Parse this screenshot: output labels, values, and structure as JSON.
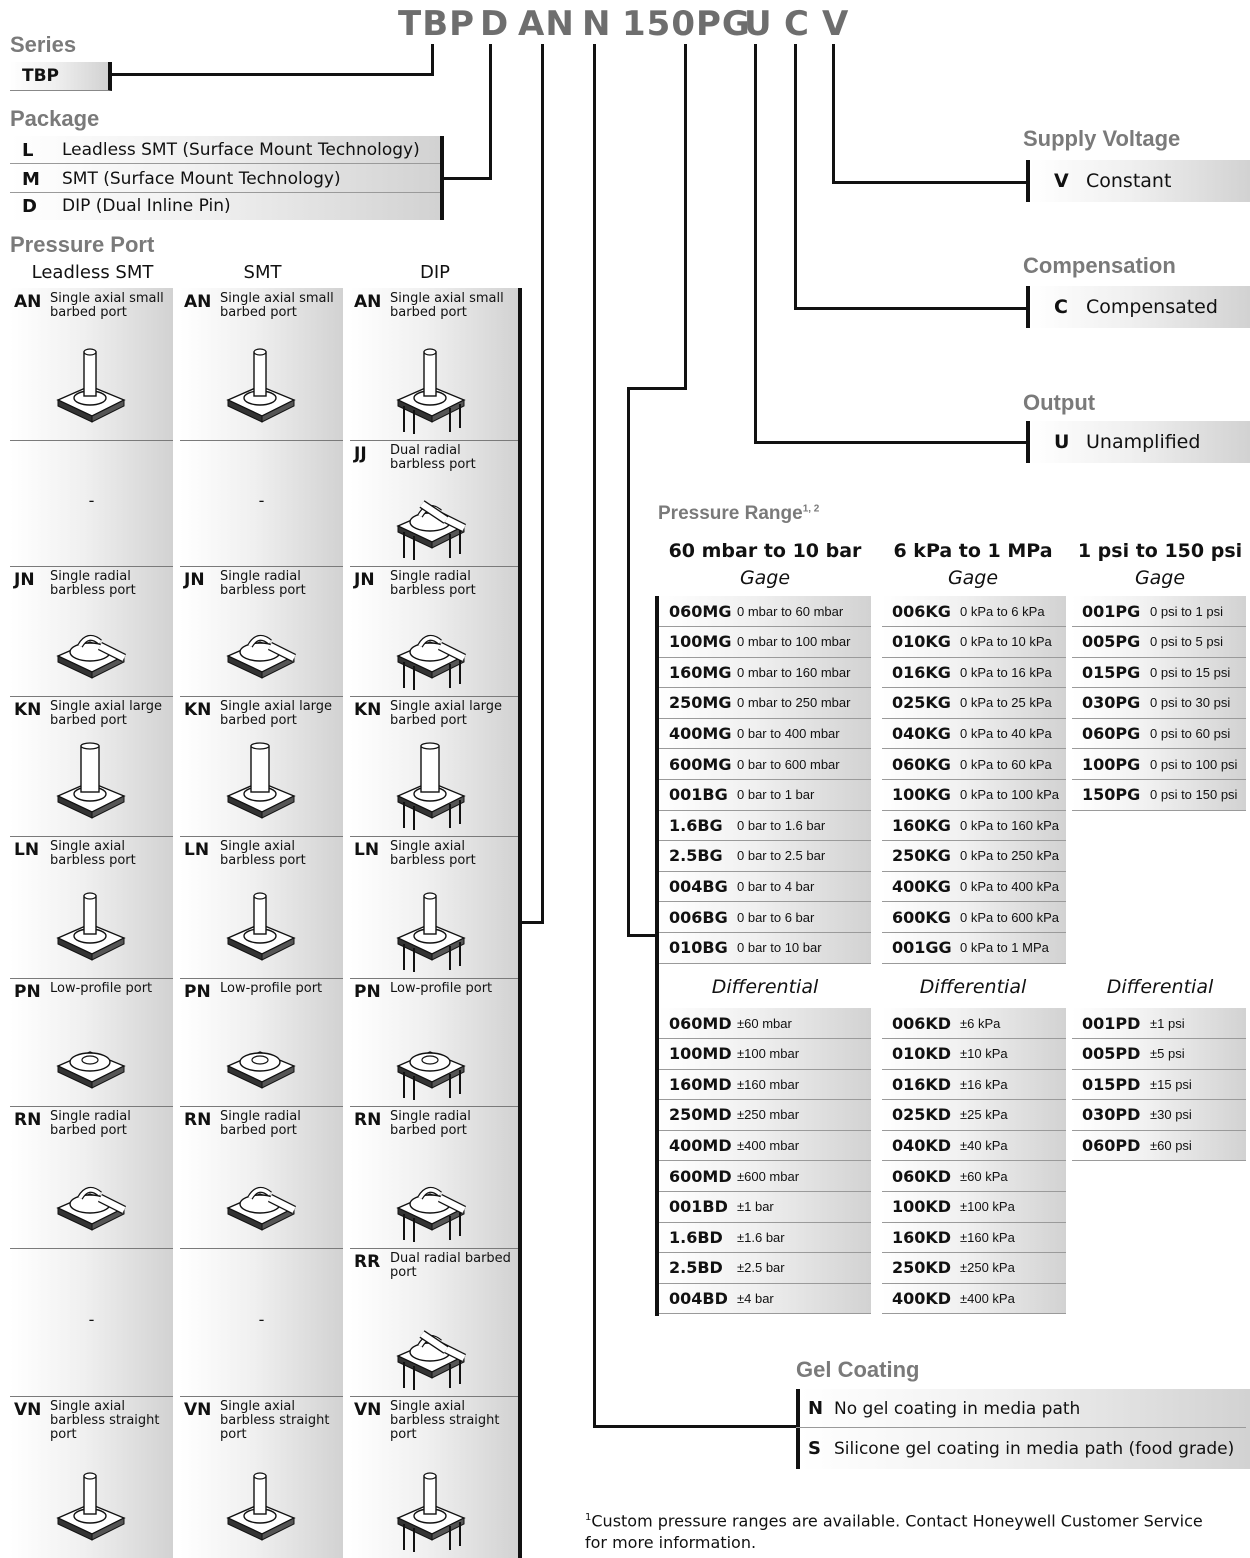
{
  "header": {
    "codes": [
      "TBP",
      "D",
      "AN",
      "N",
      "150PG",
      "U",
      "C",
      "V"
    ]
  },
  "series": {
    "title": "Series",
    "value": "TBP"
  },
  "package": {
    "title": "Package",
    "items": [
      {
        "code": "L",
        "label": "Leadless SMT (Surface Mount Technology)"
      },
      {
        "code": "M",
        "label": "SMT (Surface Mount Technology)"
      },
      {
        "code": "D",
        "label": "DIP (Dual Inline Pin)"
      }
    ]
  },
  "pressure_port": {
    "title": "Pressure Port",
    "columns": [
      "Leadless SMT",
      "SMT",
      "DIP"
    ],
    "rows": [
      {
        "leadless": {
          "code": "AN",
          "desc": "Single axial small barbed port"
        },
        "smt": {
          "code": "AN",
          "desc": "Single axial small barbed port"
        },
        "dip": {
          "code": "AN",
          "desc": "Single axial small barbed port"
        }
      },
      {
        "leadless": {
          "dash": "-"
        },
        "smt": {
          "dash": "-"
        },
        "dip": {
          "code": "JJ",
          "desc": "Dual radial barbless port"
        }
      },
      {
        "leadless": {
          "code": "JN",
          "desc": "Single radial barbless port"
        },
        "smt": {
          "code": "JN",
          "desc": "Single radial barbless port"
        },
        "dip": {
          "code": "JN",
          "desc": "Single radial barbless port"
        }
      },
      {
        "leadless": {
          "code": "KN",
          "desc": "Single axial large barbed port"
        },
        "smt": {
          "code": "KN",
          "desc": "Single axial large barbed port"
        },
        "dip": {
          "code": "KN",
          "desc": "Single axial large barbed port"
        }
      },
      {
        "leadless": {
          "code": "LN",
          "desc": "Single axial barbless port"
        },
        "smt": {
          "code": "LN",
          "desc": "Single axial barbless port"
        },
        "dip": {
          "code": "LN",
          "desc": "Single axial barbless port"
        }
      },
      {
        "leadless": {
          "code": "PN",
          "desc": "Low-profile port"
        },
        "smt": {
          "code": "PN",
          "desc": "Low-profile port"
        },
        "dip": {
          "code": "PN",
          "desc": "Low-profile port"
        }
      },
      {
        "leadless": {
          "code": "RN",
          "desc": "Single radial barbed port"
        },
        "smt": {
          "code": "RN",
          "desc": "Single radial barbed port"
        },
        "dip": {
          "code": "RN",
          "desc": "Single radial barbed port"
        }
      },
      {
        "leadless": {
          "dash": "-"
        },
        "smt": {
          "dash": "-"
        },
        "dip": {
          "code": "RR",
          "desc": "Dual radial barbed port"
        }
      },
      {
        "leadless": {
          "code": "VN",
          "desc": "Single axial barbless straight port"
        },
        "smt": {
          "code": "VN",
          "desc": "Single axial barbless straight port"
        },
        "dip": {
          "code": "VN",
          "desc": "Single axial barbless straight port"
        }
      }
    ]
  },
  "supply_voltage": {
    "title": "Supply Voltage",
    "code": "V",
    "label": "Constant"
  },
  "compensation": {
    "title": "Compensation",
    "code": "C",
    "label": "Compensated"
  },
  "output": {
    "title": "Output",
    "code": "U",
    "label": "Unamplified"
  },
  "pressure_range": {
    "title": "Pressure Range",
    "title_sup": "1, 2",
    "groups": [
      {
        "header": "60 mbar to 10 bar",
        "gage_label": "Gage",
        "gage": [
          {
            "code": "060MG",
            "range": "0 mbar to 60 mbar"
          },
          {
            "code": "100MG",
            "range": "0 mbar to 100 mbar"
          },
          {
            "code": "160MG",
            "range": "0 mbar to 160 mbar"
          },
          {
            "code": "250MG",
            "range": "0 mbar to 250 mbar"
          },
          {
            "code": "400MG",
            "range": "0 bar to 400 mbar"
          },
          {
            "code": "600MG",
            "range": "0 bar to 600 mbar"
          },
          {
            "code": "001BG",
            "range": "0 bar to 1 bar"
          },
          {
            "code": "1.6BG",
            "range": "0 bar to 1.6 bar"
          },
          {
            "code": "2.5BG",
            "range": "0 bar to 2.5 bar"
          },
          {
            "code": "004BG",
            "range": "0 bar to 4 bar"
          },
          {
            "code": "006BG",
            "range": "0 bar to 6 bar"
          },
          {
            "code": "010BG",
            "range": "0 bar to 10 bar"
          }
        ],
        "diff_label": "Differential",
        "differential": [
          {
            "code": "060MD",
            "range": "±60 mbar"
          },
          {
            "code": "100MD",
            "range": "±100 mbar"
          },
          {
            "code": "160MD",
            "range": "±160 mbar"
          },
          {
            "code": "250MD",
            "range": "±250 mbar"
          },
          {
            "code": "400MD",
            "range": "±400 mbar"
          },
          {
            "code": "600MD",
            "range": "±600 mbar"
          },
          {
            "code": "001BD",
            "range": "±1 bar"
          },
          {
            "code": "1.6BD",
            "range": "±1.6 bar"
          },
          {
            "code": "2.5BD",
            "range": "±2.5 bar"
          },
          {
            "code": "004BD",
            "range": "±4 bar"
          }
        ]
      },
      {
        "header": "6 kPa to 1 MPa",
        "gage_label": "Gage",
        "gage": [
          {
            "code": "006KG",
            "range": "0 kPa to 6 kPa"
          },
          {
            "code": "010KG",
            "range": "0 kPa to 10 kPa"
          },
          {
            "code": "016KG",
            "range": "0 kPa to 16 kPa"
          },
          {
            "code": "025KG",
            "range": "0 kPa to 25 kPa"
          },
          {
            "code": "040KG",
            "range": "0 kPa to 40 kPa"
          },
          {
            "code": "060KG",
            "range": "0 kPa to 60 kPa"
          },
          {
            "code": "100KG",
            "range": "0 kPa to 100 kPa"
          },
          {
            "code": "160KG",
            "range": "0 kPa to 160 kPa"
          },
          {
            "code": "250KG",
            "range": "0 kPa to 250 kPa"
          },
          {
            "code": "400KG",
            "range": "0 kPa to 400 kPa"
          },
          {
            "code": "600KG",
            "range": "0 kPa to 600 kPa"
          },
          {
            "code": "001GG",
            "range": "0 kPa to 1 MPa"
          }
        ],
        "diff_label": "Differential",
        "differential": [
          {
            "code": "006KD",
            "range": "±6 kPa"
          },
          {
            "code": "010KD",
            "range": "±10 kPa"
          },
          {
            "code": "016KD",
            "range": "±16 kPa"
          },
          {
            "code": "025KD",
            "range": "±25 kPa"
          },
          {
            "code": "040KD",
            "range": "±40 kPa"
          },
          {
            "code": "060KD",
            "range": "±60 kPa"
          },
          {
            "code": "100KD",
            "range": "±100 kPa"
          },
          {
            "code": "160KD",
            "range": "±160 kPa"
          },
          {
            "code": "250KD",
            "range": "±250 kPa"
          },
          {
            "code": "400KD",
            "range": "±400 kPa"
          }
        ]
      },
      {
        "header": "1 psi to 150 psi",
        "gage_label": "Gage",
        "gage": [
          {
            "code": "001PG",
            "range": "0 psi to 1 psi"
          },
          {
            "code": "005PG",
            "range": "0 psi to 5 psi"
          },
          {
            "code": "015PG",
            "range": "0 psi to 15 psi"
          },
          {
            "code": "030PG",
            "range": "0 psi to 30 psi"
          },
          {
            "code": "060PG",
            "range": "0 psi to 60 psi"
          },
          {
            "code": "100PG",
            "range": "0 psi to 100 psi"
          },
          {
            "code": "150PG",
            "range": "0 psi to 150 psi"
          }
        ],
        "diff_label": "Differential",
        "differential": [
          {
            "code": "001PD",
            "range": "±1 psi"
          },
          {
            "code": "005PD",
            "range": "±5 psi"
          },
          {
            "code": "015PD",
            "range": "±15 psi"
          },
          {
            "code": "030PD",
            "range": "±30 psi"
          },
          {
            "code": "060PD",
            "range": "±60 psi"
          }
        ]
      }
    ]
  },
  "gel_coating": {
    "title": "Gel Coating",
    "items": [
      {
        "code": "N",
        "label": "No gel coating in media path"
      },
      {
        "code": "S",
        "label": "Silicone gel coating in media path (food grade)"
      }
    ]
  },
  "footnotes": {
    "note1_sup": "1",
    "note1_line1": "Custom pressure ranges are available. Contact Honeywell Customer Service",
    "note1_line2": "for more information."
  }
}
